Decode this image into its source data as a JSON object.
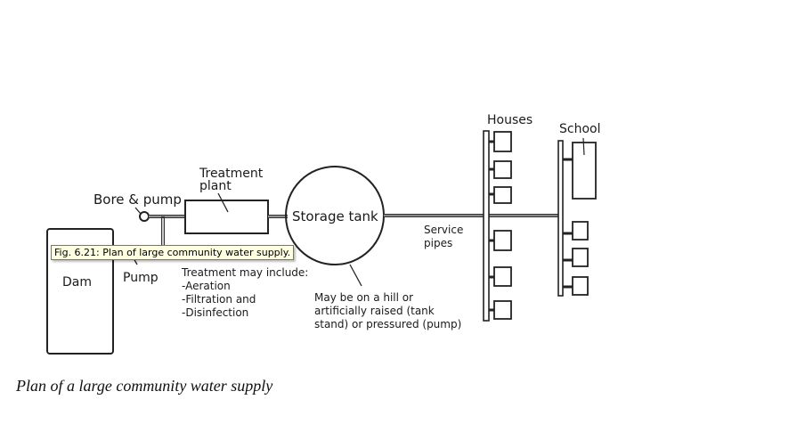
{
  "figure": {
    "labels": {
      "dam": "Dam",
      "bore_pump": "Bore & pump",
      "pump": "Pump",
      "treatment_plant_line1": "Treatment",
      "treatment_plant_line2": "plant",
      "storage_tank": "Storage tank",
      "service_pipes_line1": "Service",
      "service_pipes_line2": "pipes",
      "houses": "Houses",
      "school": "School"
    },
    "treatment_note": [
      "Treatment may include:",
      "-Aeration",
      "-Filtration and",
      "-Disinfection"
    ],
    "tank_note": [
      "May be on a hill or",
      "artificially raised (tank",
      "stand) or pressured (pump)"
    ],
    "houses_count": 6,
    "school_branch_houses_count": 3
  },
  "tooltip": {
    "text": "Fig.  6.21: Plan of large community water supply."
  },
  "caption": {
    "text": "Plan of a large community water supply"
  }
}
